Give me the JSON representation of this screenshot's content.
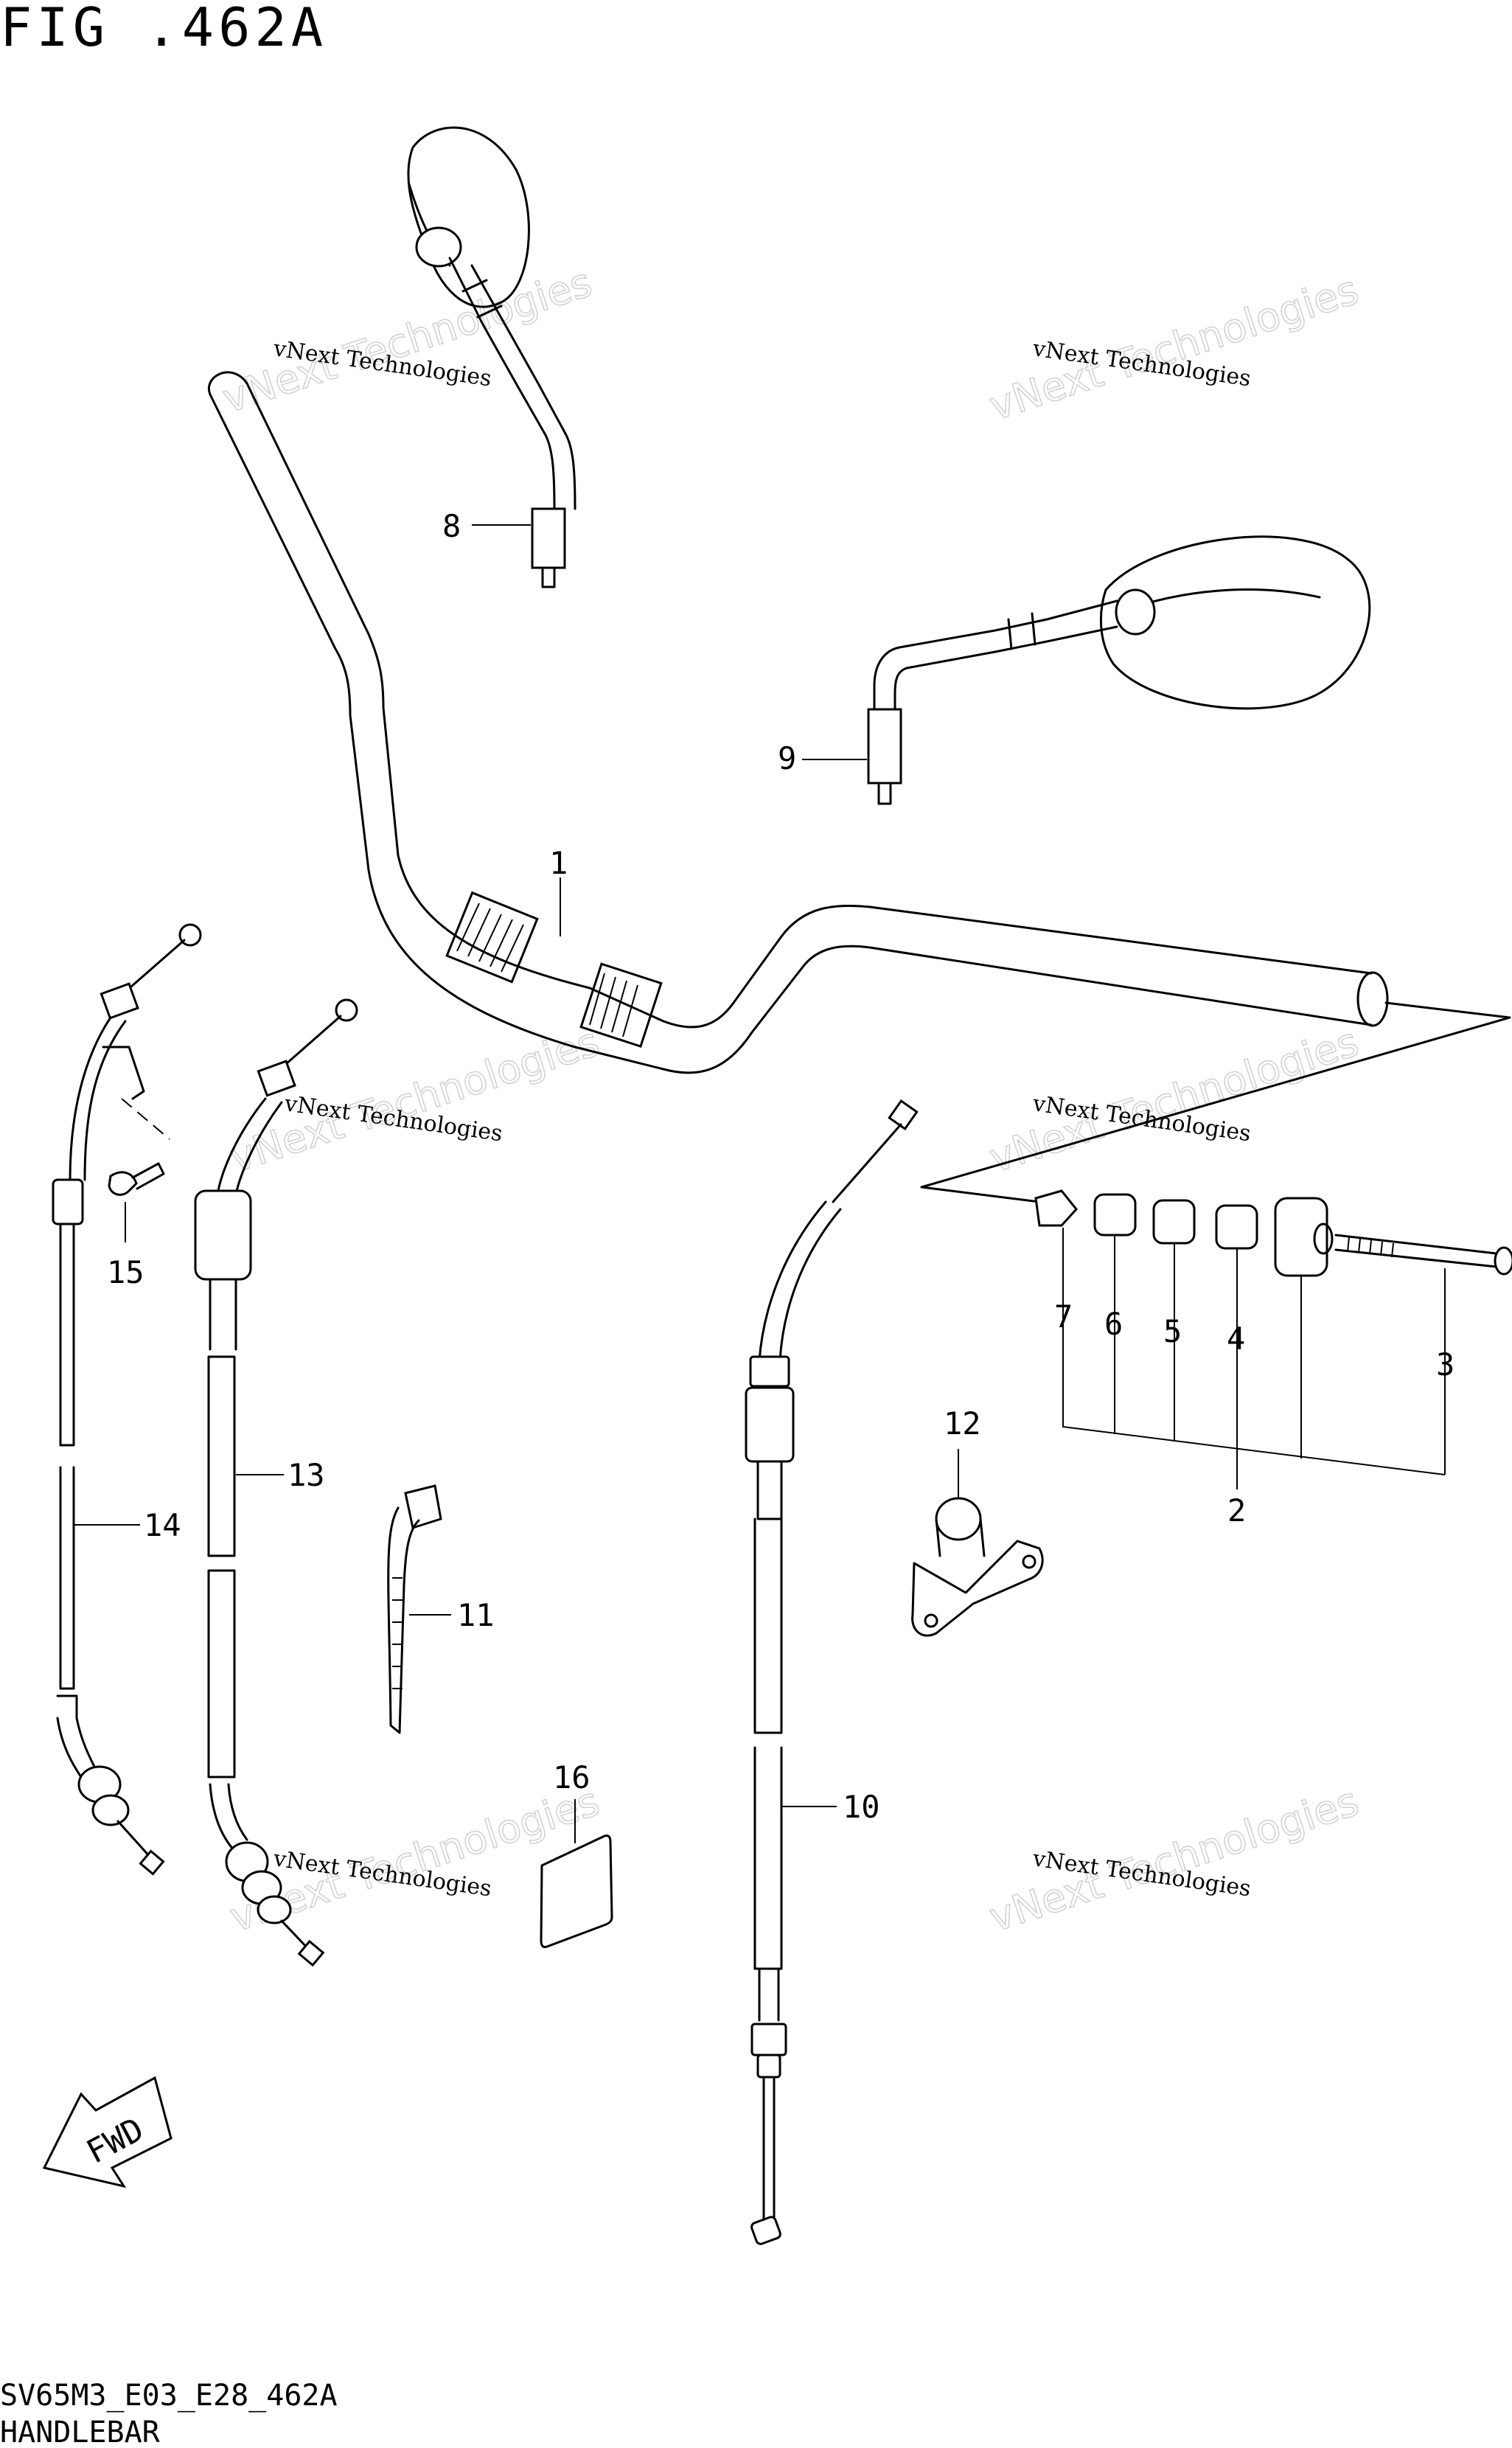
{
  "figure": {
    "title": "FIG .462A",
    "code": "SV65M3_E03_E28_462A",
    "name": "HANDLEBAR"
  },
  "watermark": {
    "line1": "vNext Technologies",
    "line2": "vNext Technologies"
  },
  "callouts": {
    "c1": "1",
    "c2": "2",
    "c3": "3",
    "c4": "4",
    "c5": "5",
    "c6": "6",
    "c7": "7",
    "c8": "8",
    "c9": "9",
    "c10": "10",
    "c11": "11",
    "c12": "12",
    "c13": "13",
    "c14": "14",
    "c15": "15",
    "c16": "16"
  },
  "badge": {
    "fwd": "FWD"
  }
}
